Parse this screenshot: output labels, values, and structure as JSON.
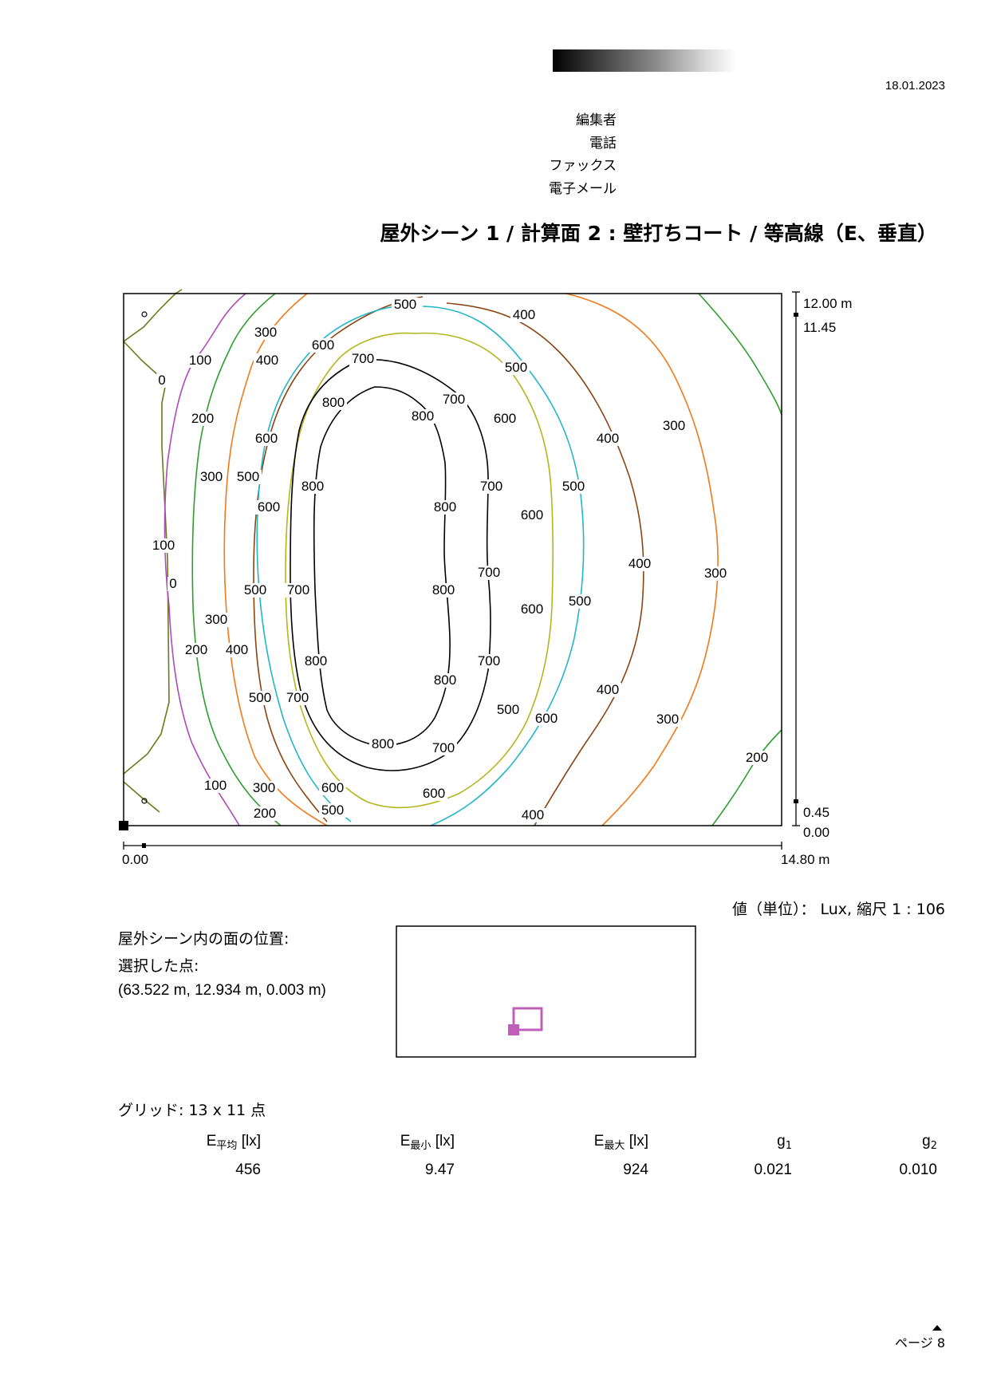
{
  "header": {
    "date": "18.01.2023",
    "contact": [
      "編集者",
      "電話",
      "ファックス",
      "電子メール"
    ],
    "title": "屋外シーン 1 / 計算面 2 : 壁打ちコート / 等高線（E、垂直）"
  },
  "plot": {
    "y_labels": [
      "12.00 m",
      "11.45",
      "0.45",
      "0.00"
    ],
    "x_labels": [
      "0.00",
      "14.80 m"
    ],
    "units": "値（単位）： Lux, 縮尺 1 : 106",
    "contour_labels": [
      {
        "v": "500"
      },
      {
        "v": "400"
      },
      {
        "v": "300"
      },
      {
        "v": "600"
      },
      {
        "v": "100"
      },
      {
        "v": "400"
      },
      {
        "v": "700"
      },
      {
        "v": "500"
      },
      {
        "v": "0"
      },
      {
        "v": "800"
      },
      {
        "v": "700"
      },
      {
        "v": "200"
      },
      {
        "v": "800"
      },
      {
        "v": "600"
      },
      {
        "v": "300"
      },
      {
        "v": "600"
      },
      {
        "v": "400"
      },
      {
        "v": "300"
      },
      {
        "v": "500"
      },
      {
        "v": "800"
      },
      {
        "v": "700"
      },
      {
        "v": "500"
      },
      {
        "v": "600"
      },
      {
        "v": "800"
      },
      {
        "v": "600"
      },
      {
        "v": "100"
      },
      {
        "v": "400"
      },
      {
        "v": "300"
      },
      {
        "v": "0"
      },
      {
        "v": "500"
      },
      {
        "v": "700"
      },
      {
        "v": "800"
      },
      {
        "v": "700"
      },
      {
        "v": "600"
      },
      {
        "v": "500"
      },
      {
        "v": "300"
      },
      {
        "v": "200"
      },
      {
        "v": "400"
      },
      {
        "v": "800"
      },
      {
        "v": "700"
      },
      {
        "v": "800"
      },
      {
        "v": "400"
      },
      {
        "v": "500"
      },
      {
        "v": "700"
      },
      {
        "v": "600"
      },
      {
        "v": "500"
      },
      {
        "v": "300"
      },
      {
        "v": "800"
      },
      {
        "v": "700"
      },
      {
        "v": "200"
      },
      {
        "v": "100"
      },
      {
        "v": "300"
      },
      {
        "v": "600"
      },
      {
        "v": "600"
      },
      {
        "v": "200"
      },
      {
        "v": "500"
      },
      {
        "v": "400"
      }
    ]
  },
  "location": {
    "heading": "屋外シーン内の面の位置:",
    "point_label": "選択した点:",
    "coords": "(63.522 m, 12.934 m, 0.003 m)"
  },
  "grid": "グリッド: 13 x 11 点",
  "stats": [
    {
      "sym": "E",
      "sub": "平均",
      "unit": " [lx]",
      "value": "456"
    },
    {
      "sym": "E",
      "sub": "最小",
      "unit": " [lx]",
      "value": "9.47"
    },
    {
      "sym": "E",
      "sub": "最大",
      "unit": " [lx]",
      "value": "924"
    },
    {
      "sym": "g",
      "sub": "1",
      "unit": "",
      "value": "0.021"
    },
    {
      "sym": "g",
      "sub": "2",
      "unit": "",
      "value": "0.010"
    }
  ],
  "page": "ページ 8",
  "colors": {
    "c0": "#6b7a1a",
    "c100": "#b04ab8",
    "c200": "#2e9e2e",
    "c300": "#f07a1a",
    "c400": "#8b4513",
    "c500": "#20b7c6",
    "c600": "#b5b51c",
    "c700": "#000000",
    "c800": "#000000"
  }
}
